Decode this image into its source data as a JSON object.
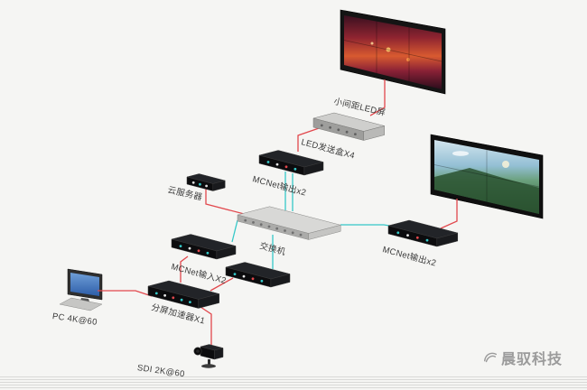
{
  "diagram": {
    "labels": {
      "led_screen": "小间距LED屏",
      "led_sender": "LED发送盒X4",
      "mcnet_output_top": "MCNet输出x2",
      "cloud_server": "云服务器",
      "switch": "交换机",
      "mcnet_input": "MCNet输入X2",
      "mcnet_output_right": "MCNet输出x2",
      "splitter": "分屏加速器X1",
      "pc": "PC 4K@60",
      "sdi": "SDI 2K@60"
    },
    "colors": {
      "background": "#f5f5f3",
      "line_red": "#e2484d",
      "line_cyan": "#35c8c8",
      "device_black": "#141416",
      "device_gray": "#c2c2c0",
      "label_text": "#3c3c3c",
      "logo_gray": "#9b9b9b"
    },
    "logo": {
      "text": "晨驭科技"
    }
  }
}
